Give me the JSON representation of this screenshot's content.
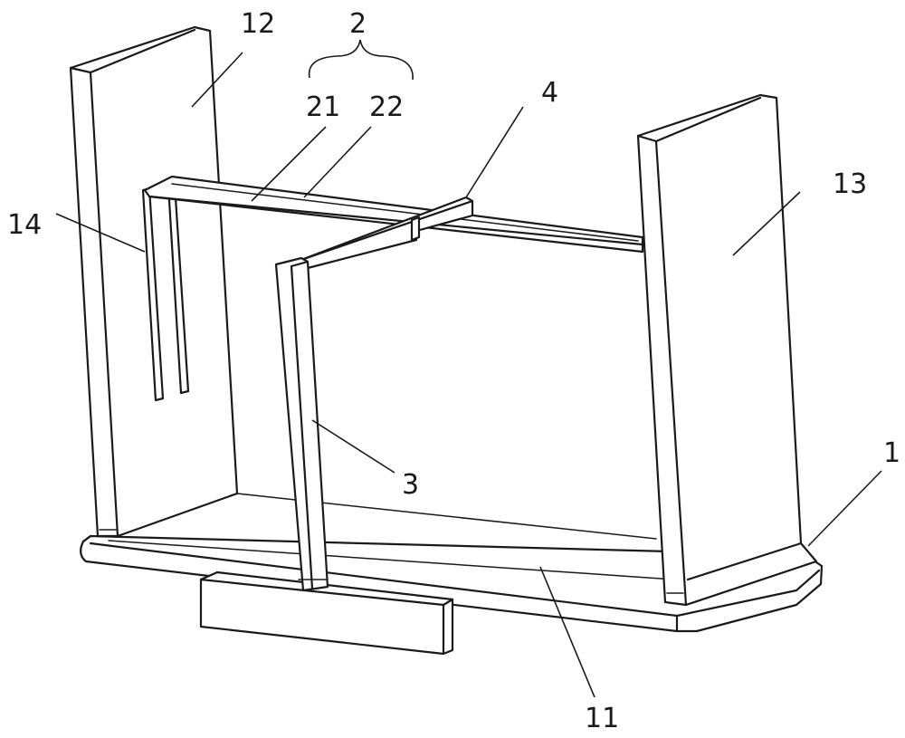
{
  "labels": {
    "part_1": "1",
    "part_2": "2",
    "part_3": "3",
    "part_4": "4",
    "part_11": "11",
    "part_12": "12",
    "part_13": "13",
    "part_14": "14",
    "part_21": "21",
    "part_22": "22"
  }
}
